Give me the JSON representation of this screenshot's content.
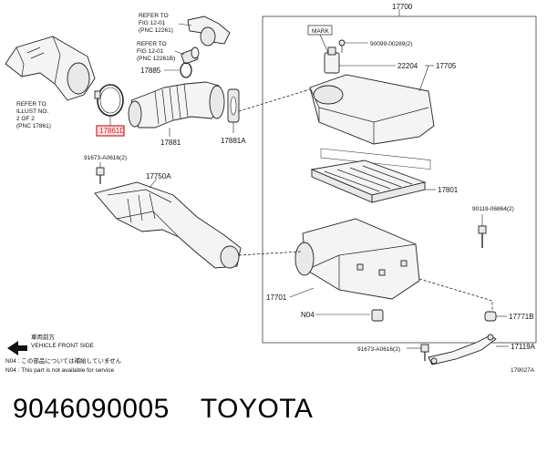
{
  "diagram": {
    "labels": {
      "p17700": "17700",
      "refer_top_1": "REFER TO",
      "refer_top_2": "FIG 12-01",
      "refer_top_3": "(PNC 12261)",
      "refer_mid_1": "REFER TO",
      "refer_mid_2": "FIG 12-01",
      "refer_mid_3": "(PNC 12261B)",
      "mark": "MARK",
      "bolt_90099": "90099-00289(2)",
      "p22204": "22204",
      "p17705": "17705",
      "p17885": "17885",
      "refer_left_1": "REFER TO",
      "refer_left_2": "ILLUST NO.",
      "refer_left_3": "2 OF 2",
      "refer_left_4": "(PNC 17861)",
      "p17861d": "17861D",
      "p17881": "17881",
      "p17881a": "17881A",
      "bolt_91673_top": "91673-A0616(2)",
      "p17750a": "17750A",
      "p17801": "17801",
      "bolt_90119": "90119-06864(2)",
      "p17701": "17701",
      "n04": "N04",
      "p17771b": "17771B",
      "bolt_91673_bottom": "91673-A0616(2)",
      "p17119a": "17119A",
      "front_jp": "車両前方",
      "front_en": "VEHICLE FRONT SIDE",
      "note_jp": "N04 : この部品については補給していません",
      "note_en": "N04 : This part is not available for service",
      "illus_id": "179027A"
    }
  },
  "caption": {
    "part_number": "9046090005",
    "brand": "TOYOTA"
  },
  "colors": {
    "highlight": "#d42020",
    "line": "#222222"
  }
}
